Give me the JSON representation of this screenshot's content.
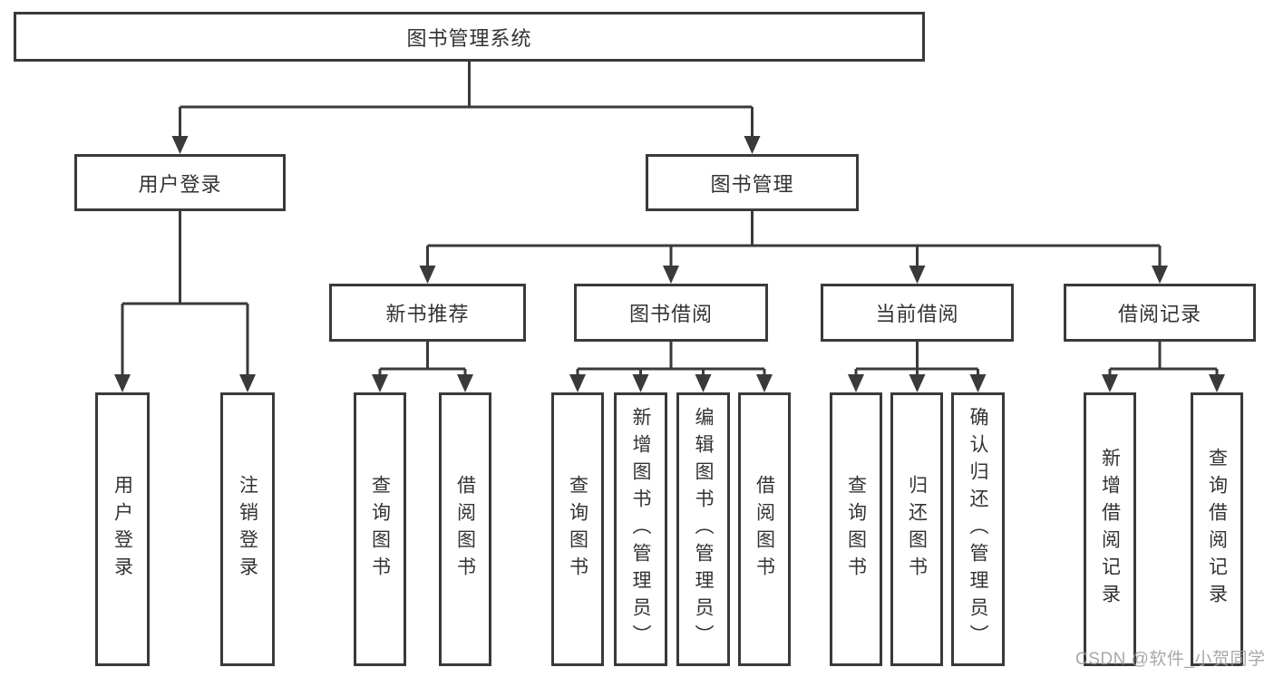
{
  "diagram": {
    "root": {
      "label": "图书管理系统"
    },
    "user_login": {
      "label": "用户登录",
      "children": [
        "用户登录",
        "注销登录"
      ]
    },
    "book_management": {
      "label": "图书管理",
      "groups": [
        {
          "label": "新书推荐",
          "children": [
            "查询图书",
            "借阅图书"
          ]
        },
        {
          "label": "图书借阅",
          "children": [
            "查询图书",
            "新增图书（管理员）",
            "编辑图书（管理员）",
            "借阅图书"
          ]
        },
        {
          "label": "当前借阅",
          "children": [
            "查询图书",
            "归还图书",
            "确认归还（管理员）"
          ]
        },
        {
          "label": "借阅记录",
          "children": [
            "新增借阅记录",
            "查询借阅记录"
          ]
        }
      ]
    }
  },
  "watermark": {
    "text": "CSDN @软件_小贺同学"
  },
  "colors": {
    "line": "#3a3a3a",
    "box_border": "#3a3a3a",
    "text": "#333333",
    "watermark": "#9e9e9e",
    "background": "#ffffff"
  }
}
